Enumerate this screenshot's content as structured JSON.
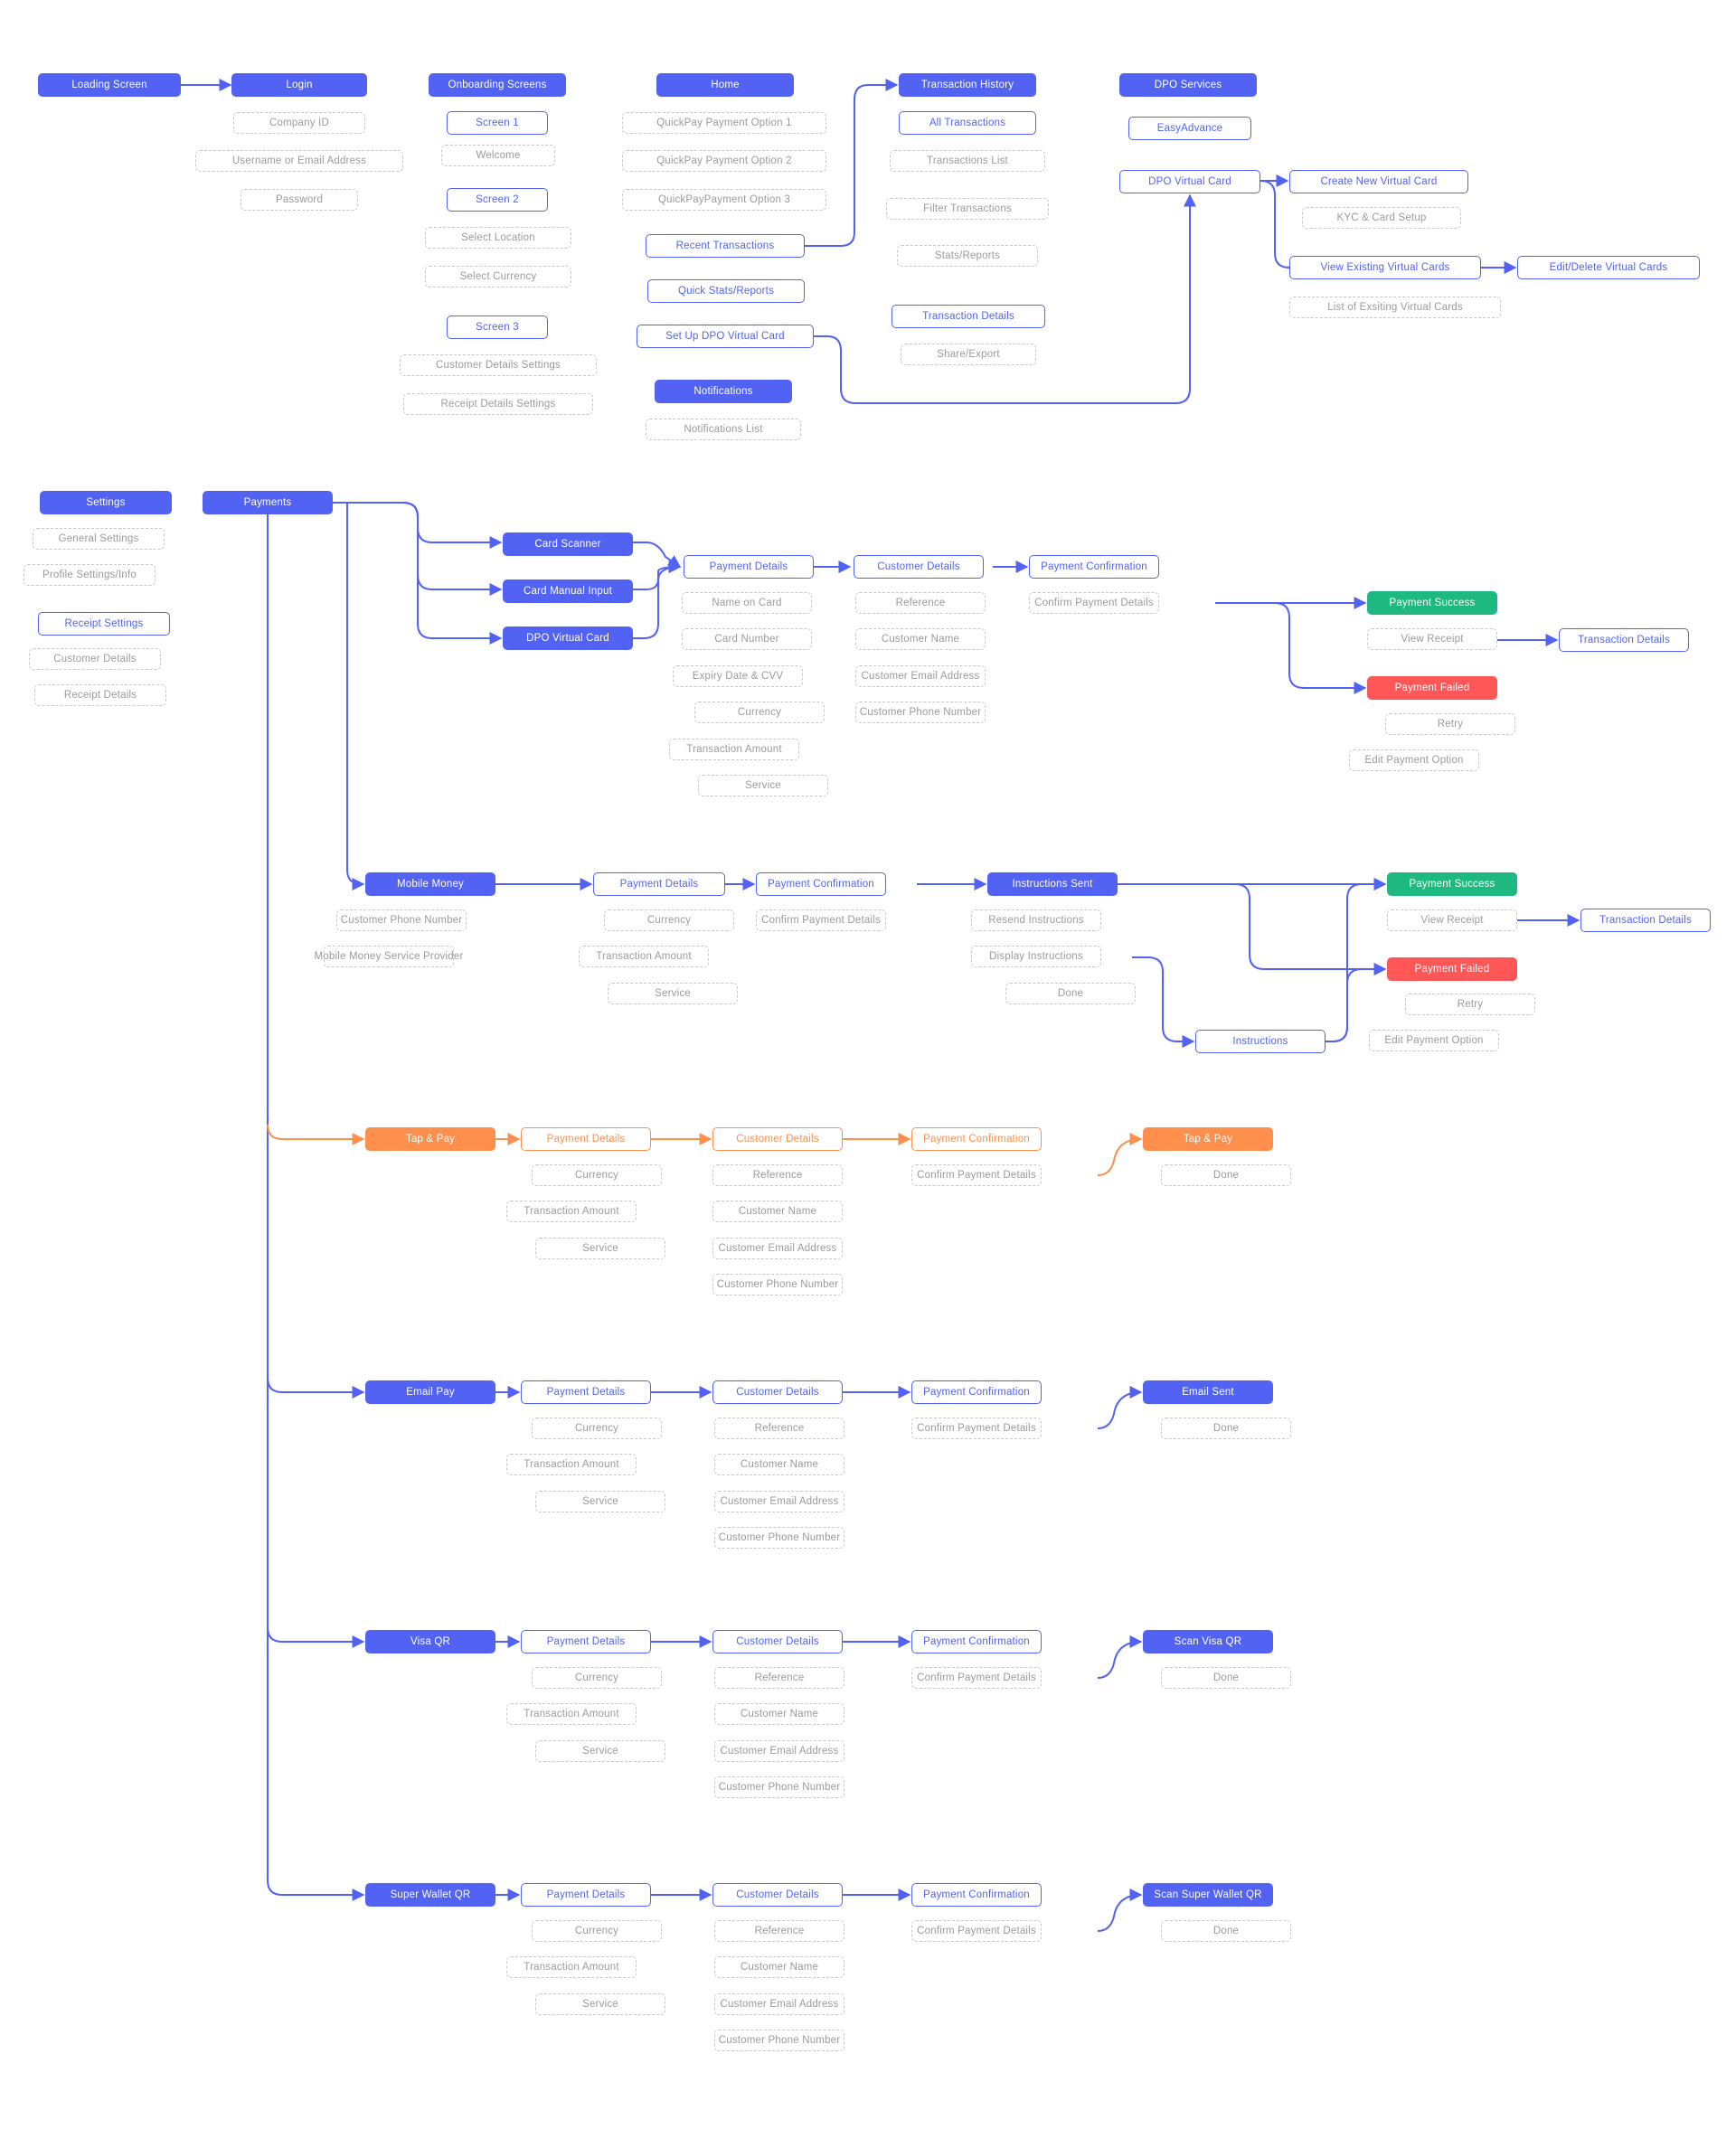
{
  "colors": {
    "primary": "#5263f3",
    "orange": "#ff8f4d",
    "success": "#1eb980",
    "fail": "#ff5757",
    "placeholder_text": "#9b9b9b",
    "placeholder_border": "#c7c7c7"
  },
  "labels": {
    "loading_screen": "Loading Screen",
    "login": "Login",
    "company_id": "Company ID",
    "username_email": "Username or Email Address",
    "password": "Password",
    "onboarding_screens": "Onboarding Screens",
    "screen_1": "Screen 1",
    "welcome": "Welcome",
    "screen_2": "Screen 2",
    "select_location": "Select Location",
    "select_currency": "Select Currency",
    "screen_3": "Screen 3",
    "customer_details_settings": "Customer Details Settings",
    "receipt_details_settings": "Receipt Details Settings",
    "home": "Home",
    "quickpay_1": "QuickPay Payment Option 1",
    "quickpay_2": "QuickPay Payment Option 2",
    "quickpay_3": "QuickPayPayment Option 3",
    "recent_transactions": "Recent Transactions",
    "quick_stats": "Quick Stats/Reports",
    "setup_virtual_card": "Set Up DPO Virtual Card",
    "notifications": "Notifications",
    "notifications_list": "Notifications List",
    "transaction_history": "Transaction History",
    "all_transactions": "All Transactions",
    "transactions_list": "Transactions List",
    "filter_transactions": "Filter Transactions",
    "stats_reports": "Stats/Reports",
    "transaction_details": "Transaction Details",
    "share_export": "Share/Export",
    "dpo_services": "DPO Services",
    "easy_advance": "EasyAdvance",
    "dpo_virtual_card": "DPO Virtual Card",
    "create_virtual_card": "Create New Virtual Card",
    "kyc_card_setup": "KYC & Card Setup",
    "view_virtual_cards": "View Existing Virtual Cards",
    "list_virtual_cards": "List of Exsiting Virtual Cards",
    "edit_delete_cards": "Edit/Delete Virtual Cards",
    "settings": "Settings",
    "general_settings": "General Settings",
    "profile_settings": "Profile Settings/Info",
    "receipt_settings": "Receipt Settings",
    "customer_details": "Customer Details",
    "receipt_details": "Receipt Details",
    "payments": "Payments",
    "card_scanner": "Card Scanner",
    "card_manual_input": "Card Manual Input",
    "payment_details": "Payment Details",
    "payment_confirmation": "Payment Confirmation",
    "name_on_card": "Name on Card",
    "card_number": "Card Number",
    "expiry_cvv": "Expiry Date & CVV",
    "currency": "Currency",
    "transaction_amount": "Transaction Amount",
    "service": "Service",
    "reference": "Reference",
    "customer_name": "Customer Name",
    "customer_email": "Customer Email Address",
    "customer_phone": "Customer Phone Number",
    "confirm_payment_details": "Confirm Payment Details",
    "payment_success": "Payment Success",
    "view_receipt": "View Receipt",
    "payment_failed": "Payment Failed",
    "retry": "Retry",
    "edit_payment_option": "Edit Payment Option",
    "mobile_money": "Mobile Money",
    "mobile_money_provider": "Mobile Money Service Provider",
    "instructions_sent": "Instructions Sent",
    "resend_instructions": "Resend Instructions",
    "display_instructions": "Display Instructions",
    "done": "Done",
    "instructions": "Instructions",
    "tap_pay": "Tap & Pay",
    "email_pay": "Email Pay",
    "email_sent": "Email Sent",
    "visa_qr": "Visa QR",
    "scan_visa_qr": "Scan Visa QR",
    "super_wallet_qr": "Super Wallet QR",
    "scan_super_wallet_qr": "Scan Super Wallet QR"
  }
}
